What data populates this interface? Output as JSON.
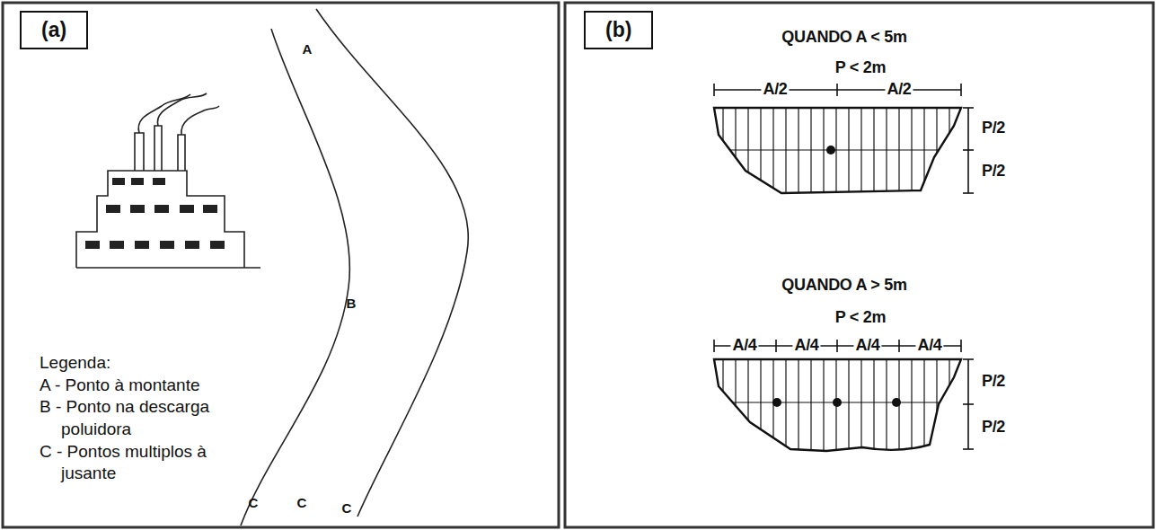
{
  "diagram": {
    "nodes": [
      {
        "text": [
          "(a)"
        ]
      },
      {
        "text": [
          "(b)"
        ]
      }
    ],
    "labels": [
      "A",
      "B",
      "C",
      "C",
      "C",
      "Legenda:",
      "QUANDO A < 5m",
      "P < 2m",
      "A/2",
      "A/2",
      "P/2",
      "P/2",
      "QUANDO A > 5m",
      "P < 2m",
      "A/4",
      "A/4",
      "A/4",
      "A/4",
      "P/2",
      "P/2"
    ],
    "legend": [
      {
        "text": "A - Ponto à montante"
      },
      {
        "text": "B - Ponto na descarga poluidora"
      },
      {
        "text": "C - Pontos multiplos à jusante"
      }
    ]
  }
}
